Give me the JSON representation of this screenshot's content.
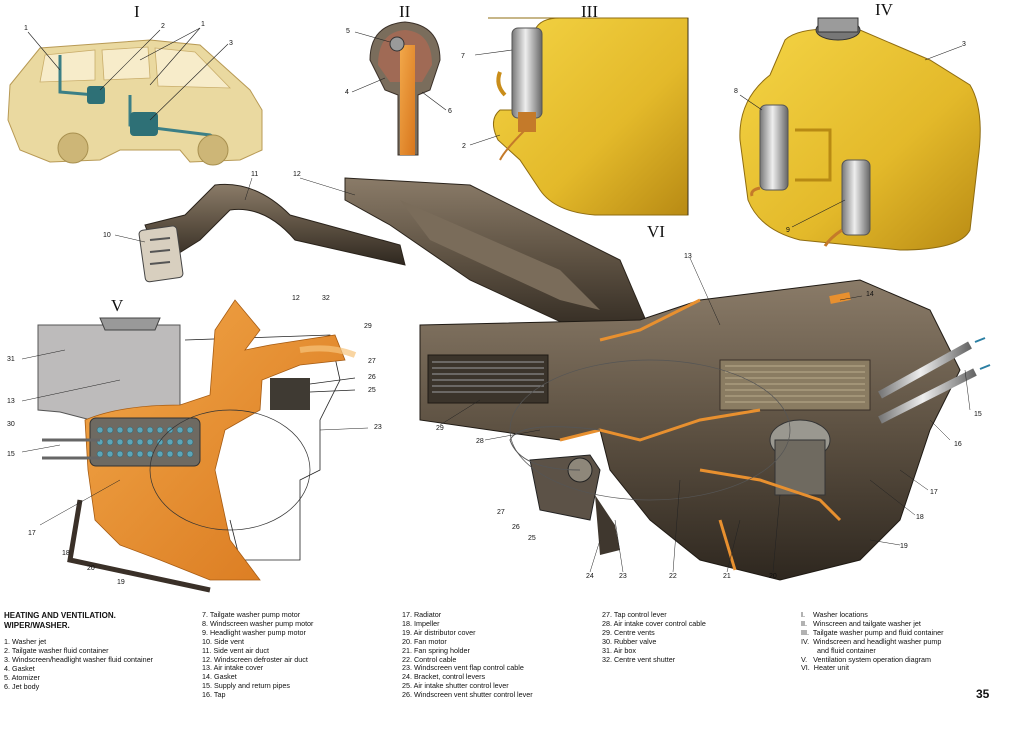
{
  "section_labels": {
    "I": "I",
    "II": "II",
    "III": "III",
    "IV": "IV",
    "V": "V",
    "VI": "VI"
  },
  "callouts": {
    "c1a": "1",
    "c2": "2",
    "c1b": "1",
    "c3": "3",
    "c5": "5",
    "c4": "4",
    "c6": "6",
    "c7": "7",
    "c2b": "2",
    "c8": "8",
    "c9": "9",
    "c3b": "3",
    "c11": "11",
    "c12a": "12",
    "c10": "10",
    "c12b": "12",
    "c32": "32",
    "c29a": "29",
    "c31": "31",
    "c13a": "13",
    "c30": "30",
    "c15a": "15",
    "c27a": "27",
    "c26a": "26",
    "c25a": "25",
    "c23a": "23",
    "c17a": "17",
    "c18a": "18",
    "c20a": "20",
    "c19a": "19",
    "c13b": "13",
    "c14": "14",
    "c29b": "29",
    "c28": "28",
    "c15b": "15",
    "c16": "16",
    "c17b": "17",
    "c18b": "18",
    "c19b": "19",
    "c27b": "27",
    "c26b": "26",
    "c25b": "25",
    "c24": "24",
    "c23b": "23",
    "c22": "22",
    "c21": "21",
    "c20b": "20"
  },
  "legend": {
    "col1": [
      "HEATING AND VENTILATION.",
      "WIPER/WASHER.",
      "",
      "1. Washer jet",
      "2. Tailgate washer fluid container",
      "3. Windscreen/headlight washer fluid container",
      "4. Gasket",
      "5. Atomizer",
      "6. Jet body"
    ],
    "col2": [
      "7. Tailgate washer pump motor",
      "8. Windscreen washer pump motor",
      "9. Headlight washer pump motor",
      "10. Side vent",
      "11. Side vent air duct",
      "12. Windscreen defroster air duct",
      "13. Air intake cover",
      "14. Gasket",
      "15. Supply and return pipes",
      "16. Tap"
    ],
    "col3": [
      "17. Radiator",
      "18. Impeller",
      "19. Air distributor cover",
      "20. Fan motor",
      "21. Fan spring holder",
      "22. Control cable",
      "23. Windscreen vent flap control cable",
      "24. Bracket, control levers",
      "25. Air intake shutter control lever",
      "26. Windscreen vent shutter control lever"
    ],
    "col4": [
      "27. Tap control lever",
      "28. Air intake cover control cable",
      "29. Centre vents",
      "30. Rubber valve",
      "31. Air box",
      "32. Centre vent shutter"
    ],
    "col5": [
      "I.    Washer locations",
      "II.   Winscreen and tailgate washer jet",
      "III.  Tailgate washer pump and fluid container",
      "IV.  Windscreen and headlight washer pump",
      "        and fluid container",
      "V.   Ventilation system operation diagram",
      "VI.  Heater unit"
    ]
  },
  "page_number": "35",
  "colors": {
    "container_yellow": "#e3b92a",
    "duct_brown": "#5d5142",
    "airflow_orange": "#e8902f",
    "car_body": "#ead9a0"
  }
}
